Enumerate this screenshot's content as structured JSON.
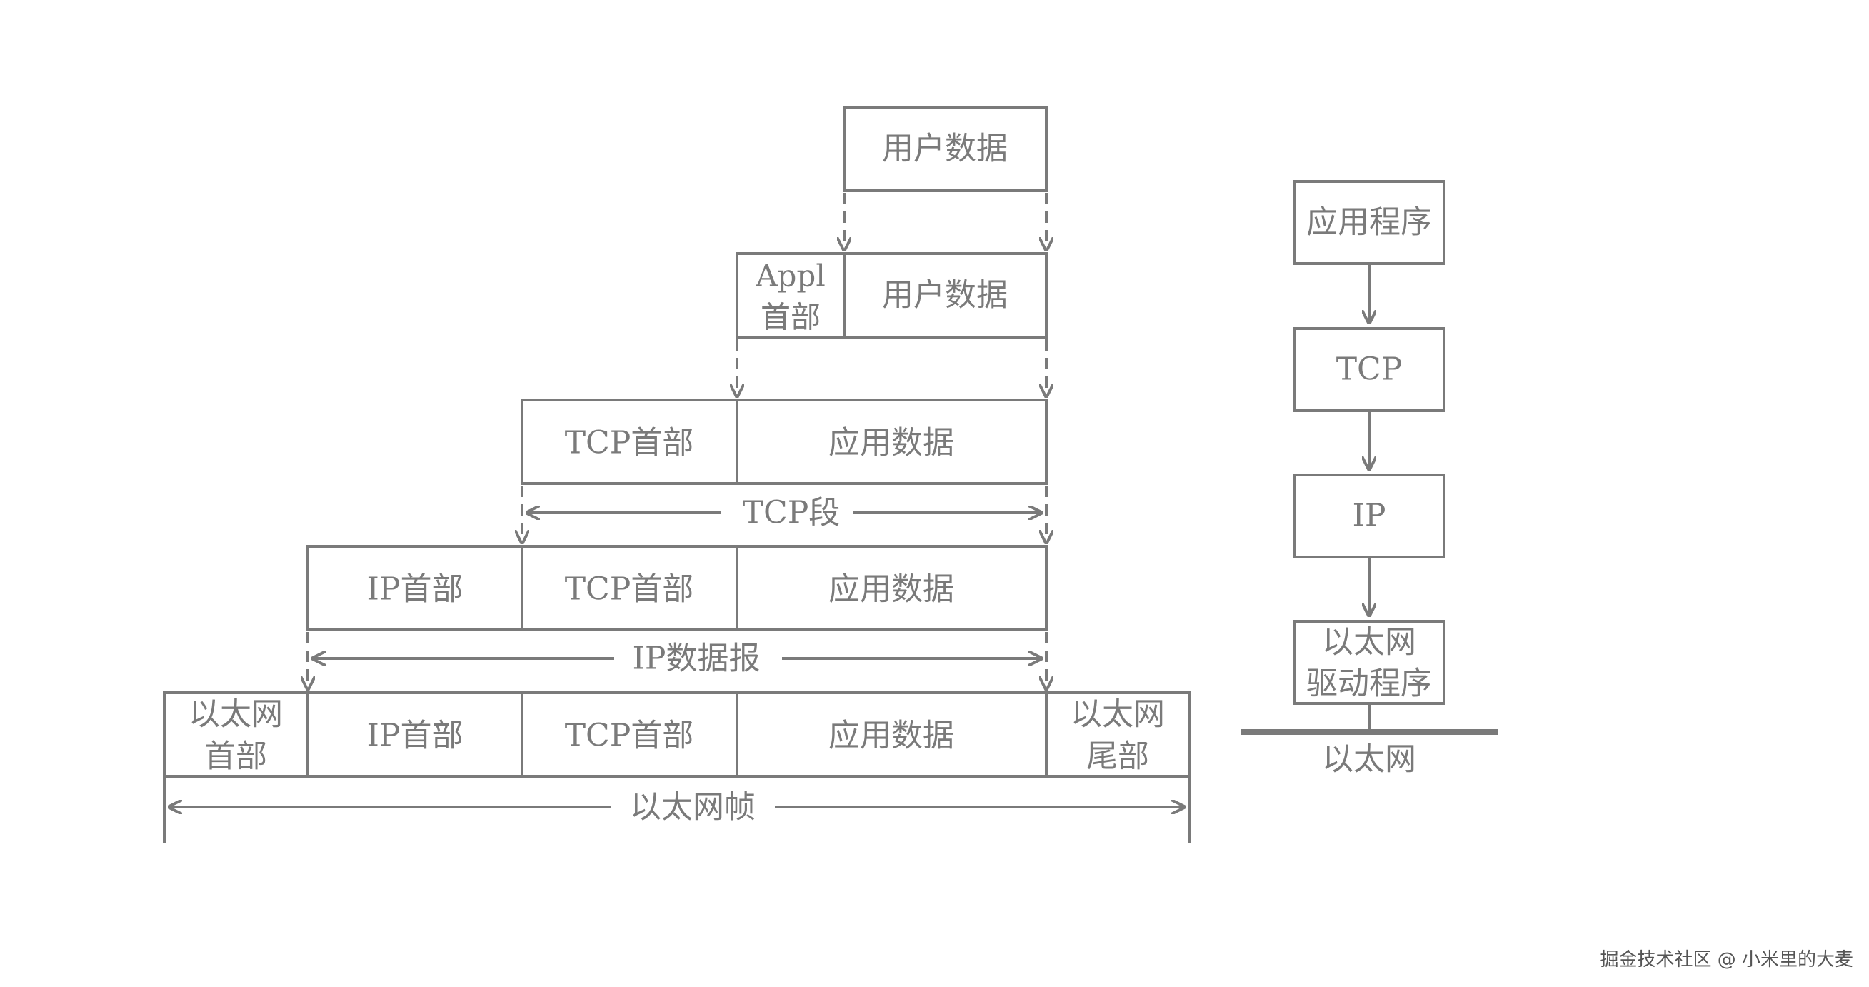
{
  "diagram": {
    "row1": {
      "user_data": "用户数据"
    },
    "row2": {
      "appl_header_line1": "Appl",
      "appl_header_line2": "首部",
      "user_data": "用户数据"
    },
    "row3": {
      "tcp_header": "TCP首部",
      "app_data": "应用数据",
      "span_label": "TCP段"
    },
    "row4": {
      "ip_header": "IP首部",
      "tcp_header": "TCP首部",
      "app_data": "应用数据",
      "span_label": "IP数据报"
    },
    "row5": {
      "eth_header_line1": "以太网",
      "eth_header_line2": "首部",
      "ip_header": "IP首部",
      "tcp_header": "TCP首部",
      "app_data": "应用数据",
      "eth_trailer_line1": "以太网",
      "eth_trailer_line2": "尾部",
      "span_label": "以太网帧"
    },
    "stack": {
      "application": "应用程序",
      "tcp": "TCP",
      "ip": "IP",
      "driver_line1": "以太网",
      "driver_line2": "驱动程序",
      "network": "以太网"
    }
  },
  "watermark": "掘金技术社区 @ 小米里的大麦",
  "colors": {
    "stroke": "#7a7a7a",
    "background": "#ffffff"
  }
}
